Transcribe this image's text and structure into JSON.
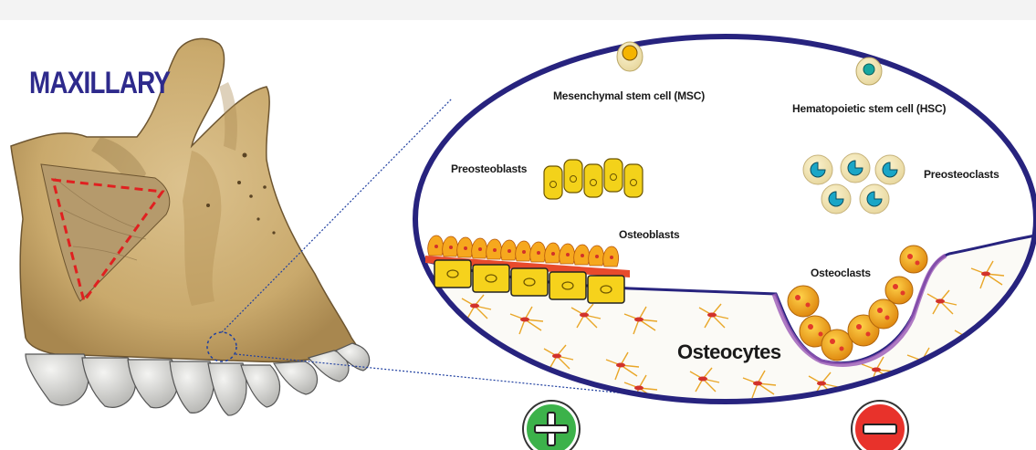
{
  "title": "MAXILLARY",
  "cells": {
    "msc": "Mesenchymal stem cell (MSC)",
    "hsc": "Hematopoietic stem cell (HSC)",
    "preosteoblasts": "Preosteoblasts",
    "preosteoclasts": "Preosteoclasts",
    "osteoblasts": "Osteoblasts",
    "osteoclasts": "Osteoclasts",
    "osteocytes": "Osteocytes"
  },
  "signs": {
    "positive": "plus-sign",
    "negative": "minus-sign"
  },
  "colors": {
    "title": "#2e2a8c",
    "ellipse_border": "#27237e",
    "bone": "#cdb07a",
    "cell_yellow": "#f5d000",
    "osteocyte": "#e0a020",
    "positive": "#3cb24a",
    "negative": "#e8322b"
  }
}
